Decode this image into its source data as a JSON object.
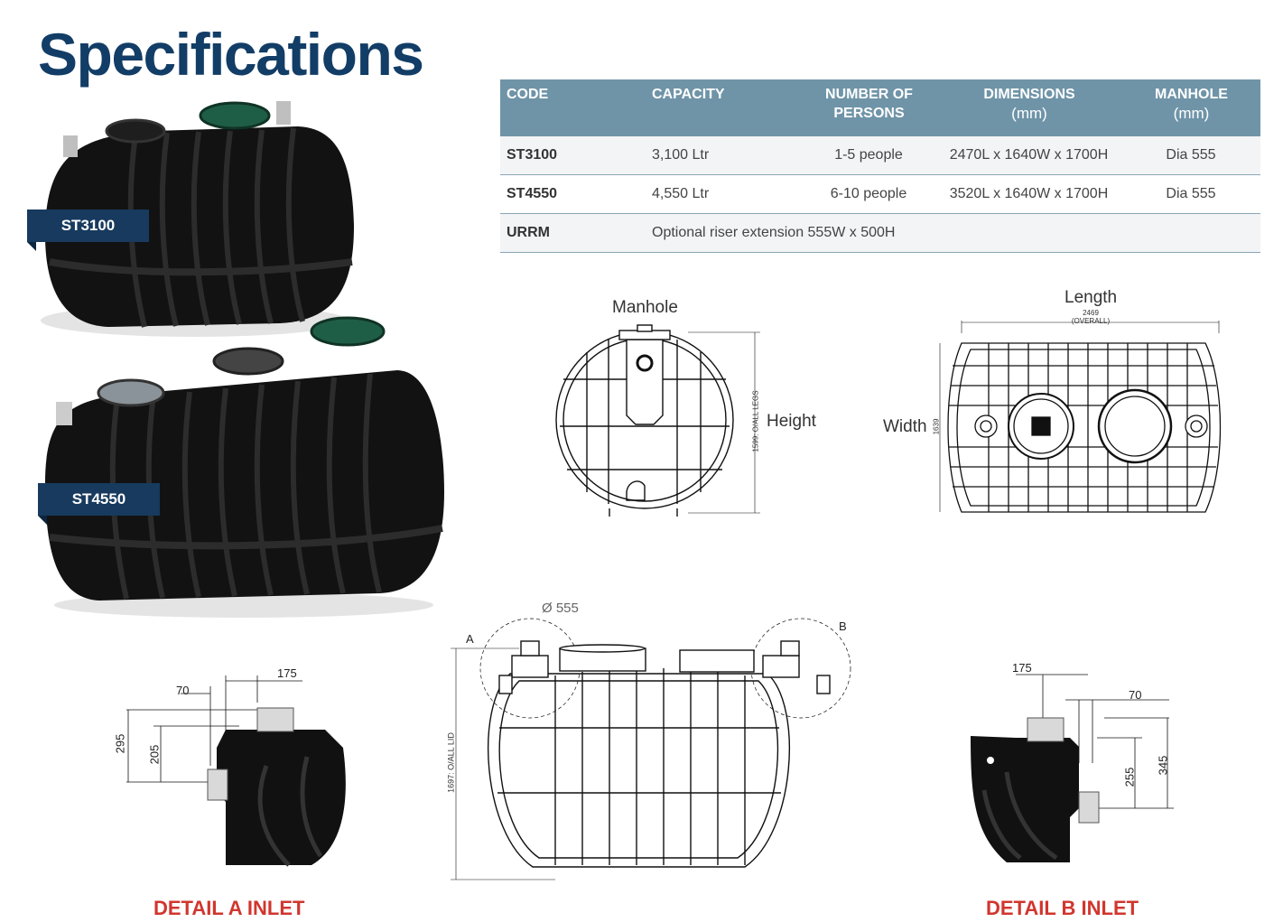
{
  "title": "Specifications",
  "table": {
    "headers": [
      {
        "label": "CODE",
        "unit": ""
      },
      {
        "label": "CAPACITY",
        "unit": ""
      },
      {
        "label": "NUMBER OF PERSONS",
        "unit": ""
      },
      {
        "label": "DIMENSIONS",
        "unit": "(mm)"
      },
      {
        "label": "MANHOLE",
        "unit": "(mm)"
      }
    ],
    "rows": [
      {
        "code": "ST3100",
        "capacity": "3,100 Ltr",
        "persons": "1-5 people",
        "dimensions": "2470L x 1640W x 1700H",
        "manhole": "Dia 555"
      },
      {
        "code": "ST4550",
        "capacity": "4,550 Ltr",
        "persons": "6-10 people",
        "dimensions": "3520L x 1640W x 1700H",
        "manhole": "Dia 555"
      },
      {
        "code": "URRM",
        "description": "Optional riser extension 555W x 500H"
      }
    ]
  },
  "products": [
    {
      "label": "ST3100"
    },
    {
      "label": "ST4550"
    }
  ],
  "drawings": {
    "end_view": {
      "label": "Manhole",
      "side_label": "Height",
      "dim": "1599: O/ALL LEGS"
    },
    "top_view": {
      "label": "Length",
      "dim": "2469",
      "dim_note": "(OVERALL)",
      "side_label": "Width",
      "side_dim": "1639"
    },
    "side_view": {
      "manhole_dia": "Ø 555",
      "detail_a": "A",
      "detail_b": "B",
      "height_dim": "1697: O/ALL LID"
    },
    "detail_a": {
      "title": "DETAIL A INLET",
      "dims": [
        "70",
        "175",
        "295",
        "205"
      ]
    },
    "detail_b": {
      "title": "DETAIL B INLET",
      "dims": [
        "175",
        "70",
        "255",
        "345"
      ]
    }
  }
}
